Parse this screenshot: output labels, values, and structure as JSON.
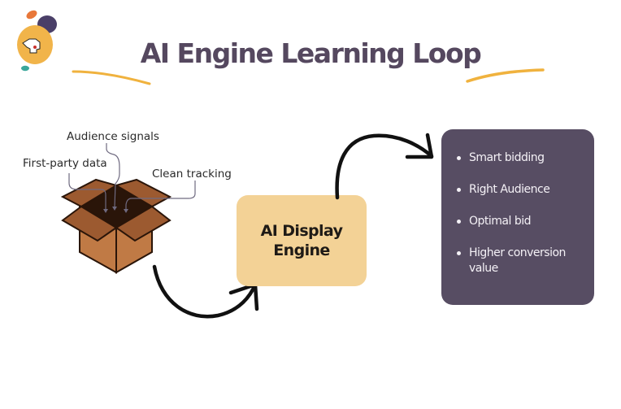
{
  "title": "AI Engine Learning Loop",
  "inputs": {
    "labels": [
      "First-party data",
      "Audience signals",
      "Clean tracking"
    ],
    "container_icon": "open-box-icon"
  },
  "engine": {
    "label": "AI Display Engine"
  },
  "outcomes": {
    "items": [
      "Smart bidding",
      "Right Audience",
      "Optimal bid",
      "Higher conversion value"
    ]
  },
  "logo": {
    "icon": "pointing-hand-logo-icon"
  },
  "colors": {
    "title": "#55485f",
    "engine_box": "#f3d296",
    "outcome_box": "#574d63",
    "accent_stroke": "#f0b23e",
    "box_light": "#c07a45",
    "box_dark": "#2a1509",
    "arrow": "#111111"
  }
}
